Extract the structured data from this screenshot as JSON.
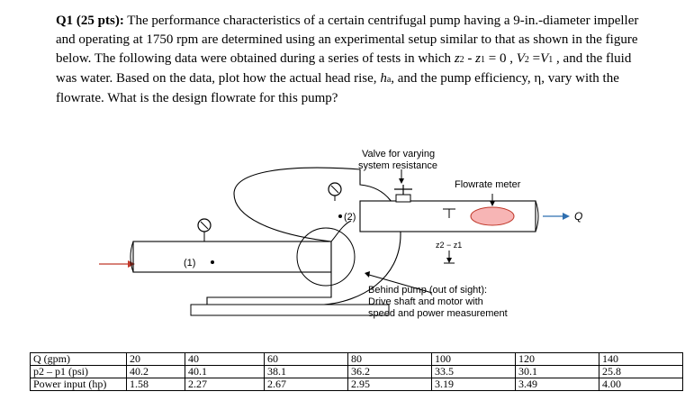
{
  "question": {
    "label": "Q1 (25 pts):",
    "text_1": " The performance characteristics of a certain centrifugal pump having a 9-in.-diameter impeller and operating at 1750 rpm are determined using an experimental setup similar to that as shown in the figure below. The following data were obtained during a series of tests in which ",
    "eq1_z2": "z",
    "eq1_sub2": "2",
    "eq1_mid": " - ",
    "eq1_z1": "z",
    "eq1_sub1": "1",
    "eq1_tail": " = 0 , ",
    "eq2_v2": "V",
    "eq2_sub2": "2",
    "eq2_mid": " =",
    "eq2_v1": "V",
    "eq2_sub1": "1",
    "text_2": " , and the fluid was water. Based on the data, plot how the actual head rise, ",
    "ha": "h",
    "ha_sub": "a",
    "text_3": ", and the pump efficiency, η, vary with the flowrate. What is the design flowrate for this pump?"
  },
  "figure": {
    "valve_label_1": "Valve for varying",
    "valve_label_2": "system resistance",
    "flowmeter_label": "Flowrate meter",
    "point2_label": "(2)",
    "point1_label": "(1)",
    "z_label": "z2 − z1",
    "q_label": "Q",
    "behind_1": "Behind pump (out of sight):",
    "behind_2": "Drive shaft and motor with",
    "behind_3": "speed and power measurement"
  },
  "table": {
    "rows": [
      {
        "label": "Q (gpm)",
        "values": [
          "20",
          "40",
          "60",
          "80",
          "100",
          "120",
          "140"
        ]
      },
      {
        "label": "p2 – p1 (psi)",
        "values": [
          "40.2",
          "40.1",
          "38.1",
          "36.2",
          "33.5",
          "30.1",
          "25.8"
        ]
      },
      {
        "label": "Power input (hp)",
        "values": [
          "1.58",
          "2.27",
          "2.67",
          "2.95",
          "3.19",
          "3.49",
          "4.00"
        ]
      }
    ]
  }
}
